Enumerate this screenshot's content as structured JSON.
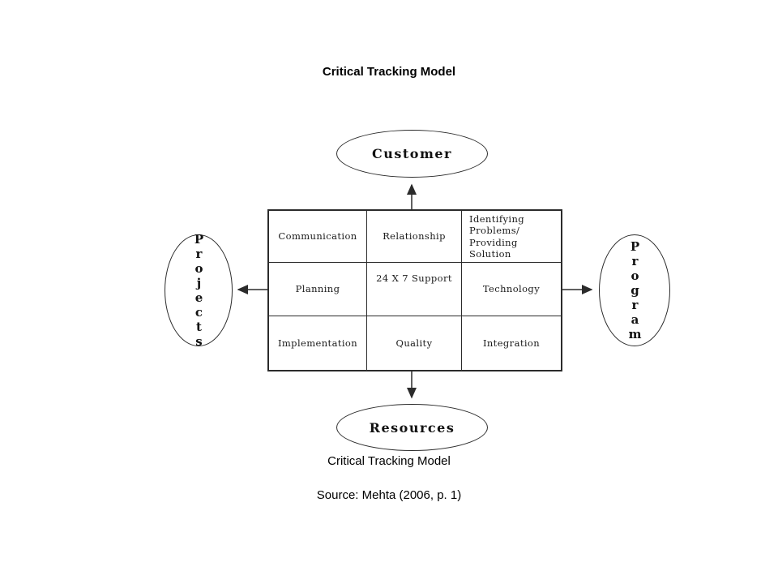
{
  "title": "Critical Tracking Model",
  "caption": "Critical Tracking Model",
  "source": "Source: Mehta (2006, p. 1)",
  "diagram": {
    "top_node": "Customer",
    "bottom_node": "Resources",
    "left_node": "Projects",
    "right_node": "Program",
    "grid": {
      "rows": [
        [
          "Communication",
          "Relationship",
          "Identifying\nProblems/\nProviding\nSolution"
        ],
        [
          "Planning",
          "24 X 7 Support",
          "Technology"
        ],
        [
          "Implementation",
          "Quality",
          "Integration"
        ]
      ]
    }
  }
}
